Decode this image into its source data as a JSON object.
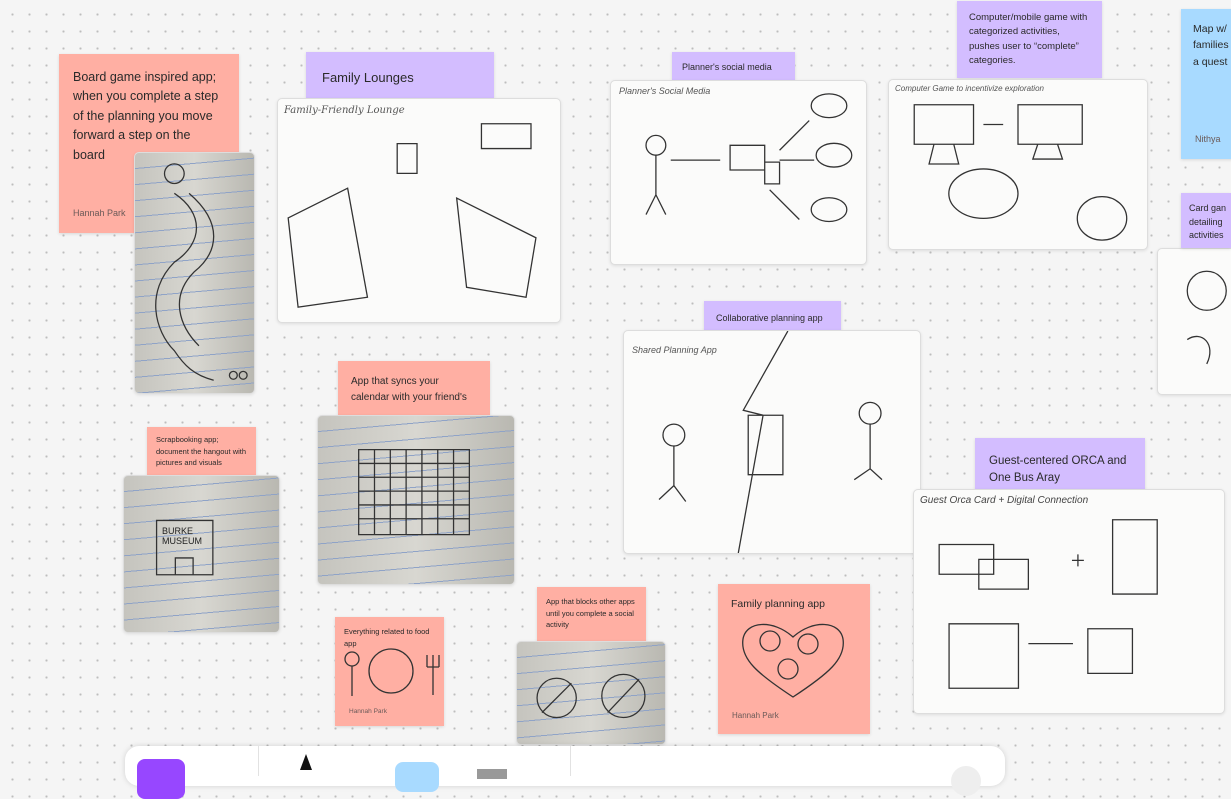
{
  "notes": {
    "board_game": {
      "text": "Board game inspired app; when you complete a step of the planning you move forward a step on the board",
      "author": "Hannah Park"
    },
    "family_lounges": {
      "text": "Family Lounges"
    },
    "planner_social": {
      "text": "Planner's social media"
    },
    "computer_game": {
      "text": "Computer/mobile game with categorized activities, pushes user to “complete” categories."
    },
    "map_quest": {
      "text": "Map w/ families a quest",
      "author": "Nithya"
    },
    "card_game": {
      "text": "Card gan detailing activities"
    },
    "collab": {
      "text": "Collaborative planning app"
    },
    "calendar_sync": {
      "text": "App that syncs your calendar with your friend's"
    },
    "scrapbooking": {
      "text": "Scrapbooking app; document the hangout with pictures and visuals"
    },
    "guest_orca": {
      "text": "Guest-centered ORCA and One Bus Aray"
    },
    "food": {
      "text": "Everything related to food app",
      "author": "Hannah Park"
    },
    "blocks_apps": {
      "text": "App that blocks other apps until you complete a social activity"
    },
    "family_planning": {
      "text": "Family planning app",
      "author": "Hannah Park"
    }
  },
  "sketches": {
    "lounge": "Family-Friendly Lounge",
    "social": "Planner's Social Media",
    "game": "Computer Game to incentivize exploration",
    "shared": "Shared Planning App",
    "orca": "Guest Orca Card + Digital Connection",
    "burke": "BURKE MUSEUM"
  },
  "colors": {
    "pink": "#ffafa3",
    "purple": "#d3bdff",
    "blue": "#a8daff",
    "tool_accent": "#9747ff"
  }
}
